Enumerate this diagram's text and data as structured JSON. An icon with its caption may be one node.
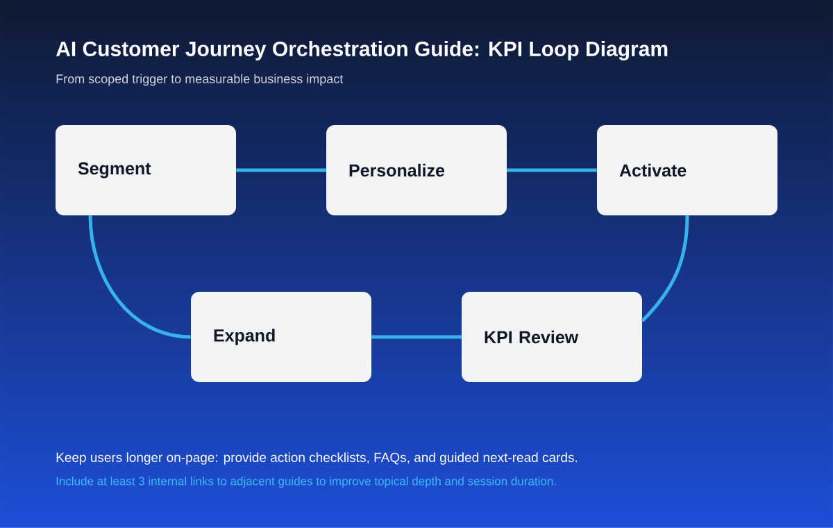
{
  "diagram": {
    "title": "AI Customer Journey Orchestration Guide: KPI Loop Diagram",
    "nodes": [
      {
        "text": [
          "Segment"
        ]
      },
      {
        "text": [
          "Personalize"
        ]
      },
      {
        "text": [
          "Activate"
        ]
      },
      {
        "text": [
          "Expand"
        ]
      },
      {
        "text": [
          "KPI Review"
        ]
      }
    ],
    "edges": [
      {
        "from": 0,
        "to": 1,
        "arrow": "none"
      },
      {
        "from": 1,
        "to": 2,
        "arrow": "none"
      },
      {
        "from": 2,
        "to": 4,
        "arrow": "none"
      },
      {
        "from": 4,
        "to": 3,
        "arrow": "none"
      },
      {
        "from": 3,
        "to": 0,
        "arrow": "none"
      }
    ],
    "labels": [
      "From scoped trigger to measurable business impact",
      "Keep users longer on-page: provide action checklists, FAQs, and guided next-read cards.",
      "Include at least 3 internal links to adjacent guides to improve topical depth and session duration."
    ]
  }
}
